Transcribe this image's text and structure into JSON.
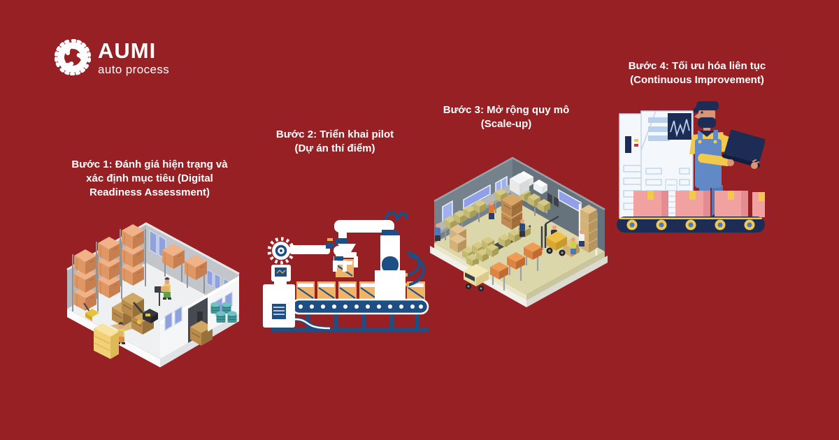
{
  "page": {
    "bg_color": "#962024",
    "text_color": "#ffffff"
  },
  "logo": {
    "brand": "AUMI",
    "tagline": "auto process",
    "icon": "gear-swirl-icon",
    "color": "#ffffff"
  },
  "steps": [
    {
      "id": "1",
      "lines": [
        "Bước 1: Đánh giá hiện trạng và",
        "xác định mục tiêu (Digital",
        "Readiness Assessment)"
      ],
      "title": "Bước 1: Đánh giá hiện trạng và xác định mục tiêu (Digital Readiness Assessment)",
      "illustration": "isometric-warehouse-digital-readiness"
    },
    {
      "id": "2",
      "lines": [
        "Bước 2: Triển khai pilot",
        "(Dự án thí điểm)"
      ],
      "title": "Bước 2: Triển khai pilot (Dự án thí điểm)",
      "illustration": "robotic-arm-pilot-line"
    },
    {
      "id": "3",
      "lines": [
        "Bước 3: Mở rộng quy mô",
        "(Scale-up)"
      ],
      "title": "Bước 3: Mở rộng quy mô (Scale-up)",
      "illustration": "isometric-warehouse-scale-up"
    },
    {
      "id": "4",
      "lines": [
        "Bước 4: Tối ưu hóa liên tục",
        "(Continuous Improvement)"
      ],
      "title": "Bước 4: Tối ưu hóa liên tục (Continuous Improvement)",
      "illustration": "engineer-laptop-monitoring"
    }
  ],
  "palette": {
    "navy": "#1d4f85",
    "tan_box": "#f0b469",
    "pink_box": "#f2a1a1",
    "yellow": "#f1ca4d",
    "teal_barrel": "#3f9799",
    "door_blue": "#8fa2dd"
  }
}
